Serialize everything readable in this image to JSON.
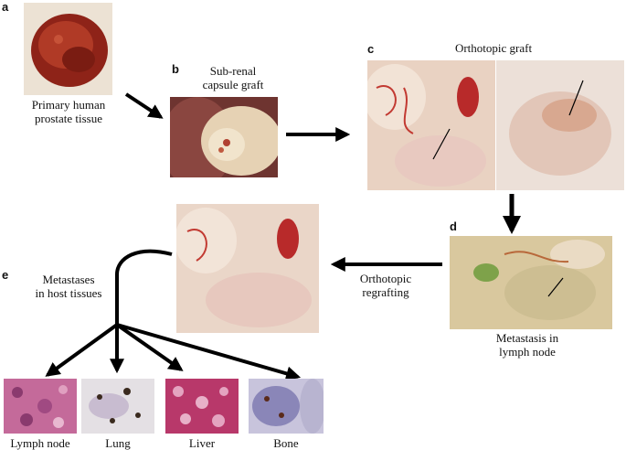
{
  "panels": {
    "a": {
      "letter": "a",
      "caption_line1": "Primary human",
      "caption_line2": "prostate tissue"
    },
    "b": {
      "letter": "b",
      "caption_line1": "Sub-renal",
      "caption_line2": "capsule graft"
    },
    "c": {
      "letter": "c",
      "caption": "Orthotopic graft"
    },
    "d": {
      "letter": "d",
      "caption_line1": "Metastasis  in",
      "caption_line2": "lymph node"
    },
    "e": {
      "letter": "e",
      "caption_line1": "Metastases",
      "caption_line2": "in host tissues"
    }
  },
  "regraft": {
    "line1": "Orthotopic",
    "line2": "regrafting"
  },
  "tissues": [
    {
      "label": "Lymph node"
    },
    {
      "label": "Lung"
    },
    {
      "label": "Liver"
    },
    {
      "label": "Bone"
    }
  ],
  "colors": {
    "arrow": "#000000",
    "tissue_red": "#9c2a1c",
    "organ_pink": "#e8c8b8",
    "stain_purple": "#9a4a7a"
  }
}
